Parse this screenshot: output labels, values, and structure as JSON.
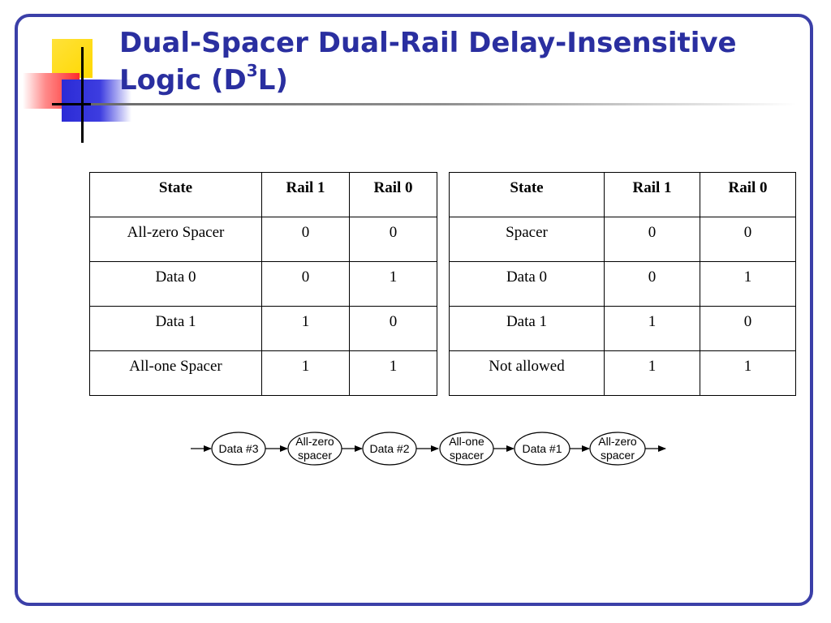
{
  "slide": {
    "title_main": "Dual-Spacer Dual-Rail Delay-Insensitive Logic (D",
    "title_sup": "3",
    "title_end": "L)"
  },
  "table_left": {
    "headers": [
      "State",
      "Rail 1",
      "Rail 0"
    ],
    "rows": [
      [
        "All-zero Spacer",
        "0",
        "0"
      ],
      [
        "Data 0",
        "0",
        "1"
      ],
      [
        "Data 1",
        "1",
        "0"
      ],
      [
        "All-one Spacer",
        "1",
        "1"
      ]
    ]
  },
  "table_right": {
    "headers": [
      "State",
      "Rail 1",
      "Rail 0"
    ],
    "rows": [
      [
        "Spacer",
        "0",
        "0"
      ],
      [
        "Data 0",
        "0",
        "1"
      ],
      [
        "Data 1",
        "1",
        "0"
      ],
      [
        "Not allowed",
        "1",
        "1"
      ]
    ]
  },
  "sequence": {
    "nodes": [
      {
        "line1": "Data #3",
        "line2": ""
      },
      {
        "line1": "All-zero",
        "line2": "spacer"
      },
      {
        "line1": "Data #2",
        "line2": ""
      },
      {
        "line1": "All-one",
        "line2": "spacer"
      },
      {
        "line1": "Data #1",
        "line2": ""
      },
      {
        "line1": "All-zero",
        "line2": "spacer"
      }
    ]
  }
}
